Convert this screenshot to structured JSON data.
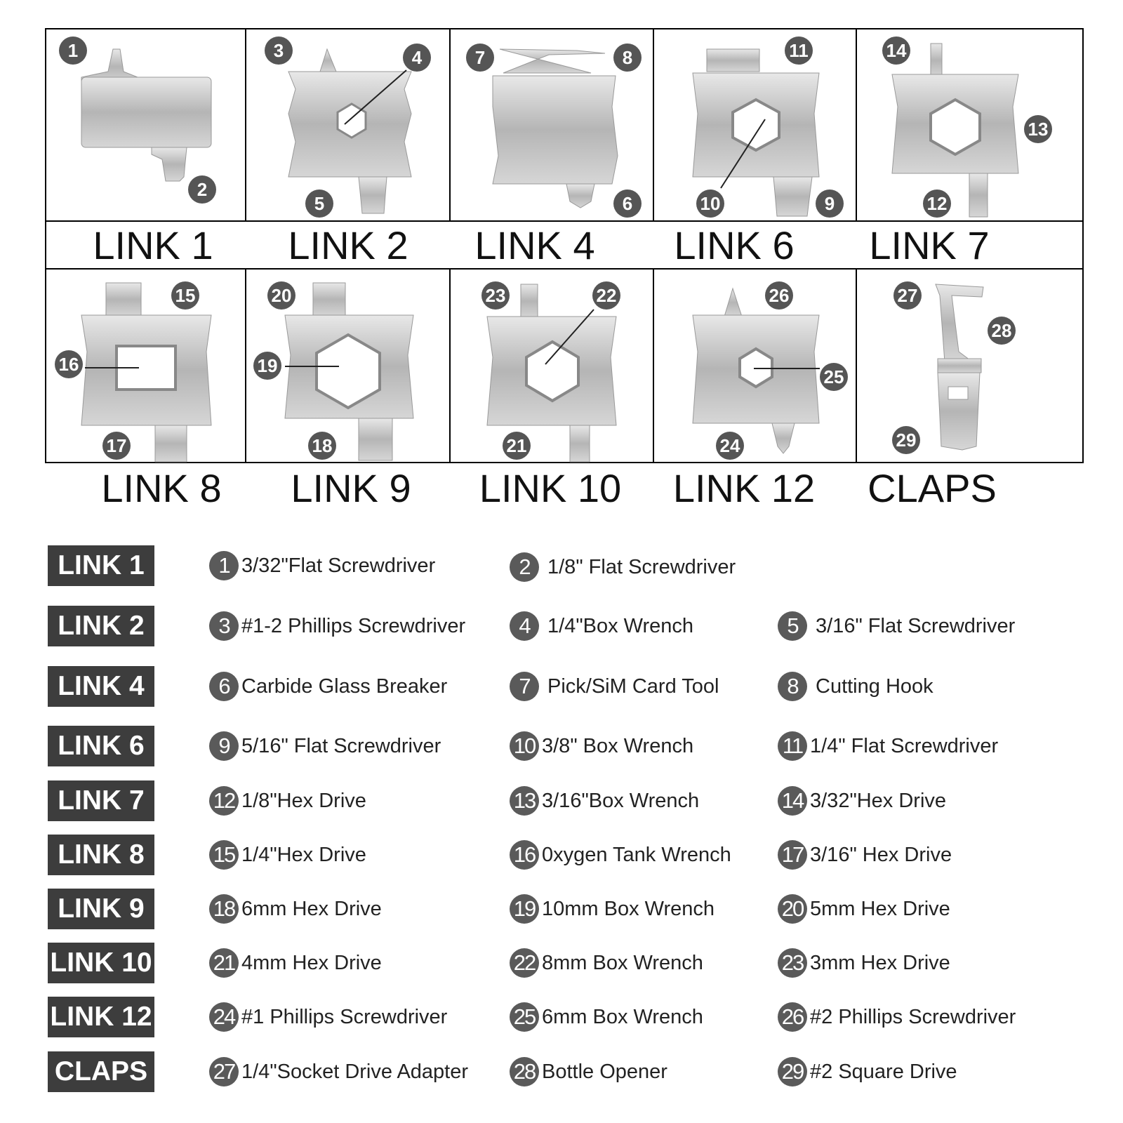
{
  "tools": [
    {
      "link": "LINK 1",
      "items": [
        {
          "num": "1",
          "label": "3/32\"Flat Screwdriver"
        },
        {
          "num": "2",
          "label": "1/8\" Flat Screwdriver"
        }
      ]
    },
    {
      "link": "LINK 2",
      "items": [
        {
          "num": "3",
          "label": "#1-2 Phillips Screwdriver"
        },
        {
          "num": "4",
          "label": "1/4\"Box Wrench"
        },
        {
          "num": "5",
          "label": "3/16\" Flat Screwdriver"
        }
      ]
    },
    {
      "link": "LINK 4",
      "items": [
        {
          "num": "6",
          "label": "Carbide Glass Breaker"
        },
        {
          "num": "7",
          "label": "Pick/SiM Card Tool"
        },
        {
          "num": "8",
          "label": "Cutting Hook"
        }
      ]
    },
    {
      "link": "LINK 6",
      "items": [
        {
          "num": "9",
          "label": "5/16\" Flat Screwdriver"
        },
        {
          "num": "10",
          "label": "3/8\" Box Wrench"
        },
        {
          "num": "11",
          "label": "1/4\" Flat Screwdriver"
        }
      ]
    },
    {
      "link": "LINK 7",
      "items": [
        {
          "num": "12",
          "label": "1/8\"Hex Drive"
        },
        {
          "num": "13",
          "label": "3/16\"Box Wrench"
        },
        {
          "num": "14",
          "label": "3/32\"Hex Drive"
        }
      ]
    },
    {
      "link": "LINK 8",
      "items": [
        {
          "num": "15",
          "label": "1/4\"Hex Drive"
        },
        {
          "num": "16",
          "label": "0xygen Tank Wrench"
        },
        {
          "num": "17",
          "label": "3/16\" Hex Drive"
        }
      ]
    },
    {
      "link": "LINK 9",
      "items": [
        {
          "num": "18",
          "label": "6mm Hex Drive"
        },
        {
          "num": "19",
          "label": "10mm Box Wrench"
        },
        {
          "num": "20",
          "label": "5mm Hex Drive"
        }
      ]
    },
    {
      "link": "LINK 10",
      "items": [
        {
          "num": "21",
          "label": "4mm Hex Drive"
        },
        {
          "num": "22",
          "label": "8mm Box Wrench"
        },
        {
          "num": "23",
          "label": "3mm Hex Drive"
        }
      ]
    },
    {
      "link": "LINK 12",
      "items": [
        {
          "num": "24",
          "label": "#1 Phillips Screwdriver"
        },
        {
          "num": "25",
          "label": "6mm Box Wrench"
        },
        {
          "num": "26",
          "label": "#2 Phillips Screwdriver"
        }
      ]
    },
    {
      "link": "CLAPS",
      "items": [
        {
          "num": "27",
          "label": "1/4\"Socket Drive Adapter"
        },
        {
          "num": "28",
          "label": "Bottle Opener"
        },
        {
          "num": "29",
          "label": "#2 Square Drive"
        }
      ]
    }
  ],
  "grid_cells": [
    {
      "caption": "LINK 1",
      "callouts": [
        "1",
        "2"
      ]
    },
    {
      "caption": "LINK 2",
      "callouts": [
        "3",
        "4",
        "5"
      ]
    },
    {
      "caption": "LINK 4",
      "callouts": [
        "7",
        "8",
        "6"
      ]
    },
    {
      "caption": "LINK 6",
      "callouts": [
        "11",
        "10",
        "9"
      ]
    },
    {
      "caption": "LINK 7",
      "callouts": [
        "14",
        "13",
        "12"
      ]
    },
    {
      "caption": "LINK 8",
      "callouts": [
        "15",
        "16",
        "17"
      ]
    },
    {
      "caption": "LINK 9",
      "callouts": [
        "20",
        "19",
        "18"
      ]
    },
    {
      "caption": "LINK 10",
      "callouts": [
        "23",
        "22",
        "21"
      ]
    },
    {
      "caption": "LINK 12",
      "callouts": [
        "26",
        "25",
        "24"
      ]
    },
    {
      "caption": "CLAPS",
      "callouts": [
        "27",
        "28",
        "29"
      ]
    }
  ],
  "colors": {
    "badge": "#3d3d3d",
    "callout": "#555555",
    "metal": "#c9c9c9"
  }
}
